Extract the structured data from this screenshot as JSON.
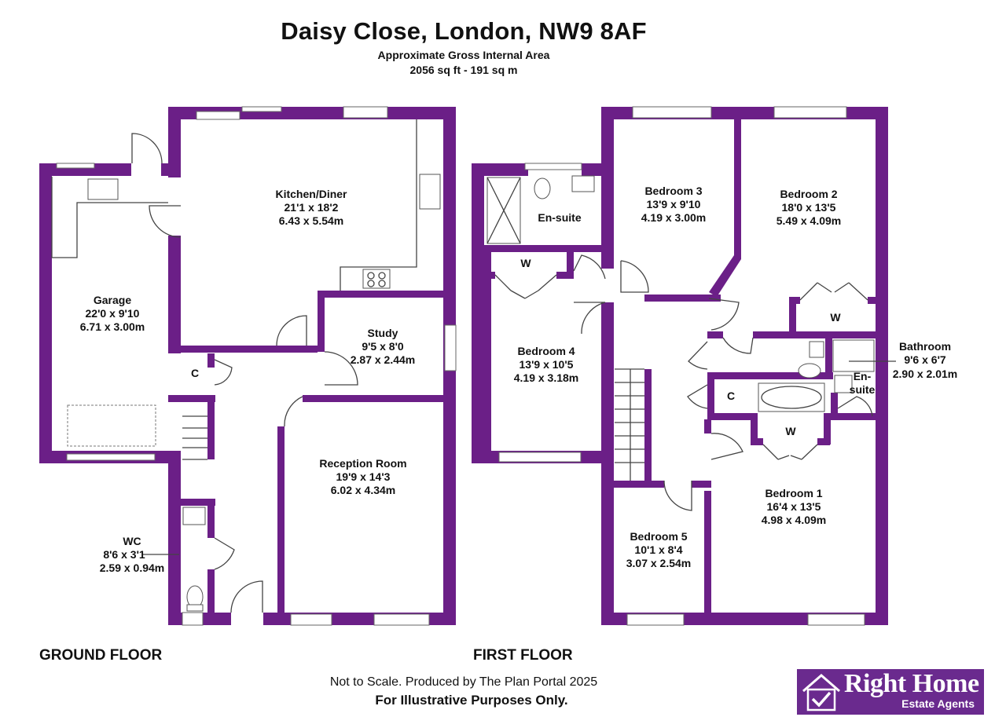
{
  "header": {
    "title": "Daisy Close, London, NW9 8AF",
    "area_label": "Approximate Gross Internal Area",
    "area_value": "2056 sq ft - 191 sq m"
  },
  "colors": {
    "wall": "#6b1f87",
    "line": "#444444",
    "brand": "#6a2a8e"
  },
  "floors": {
    "ground": "GROUND FLOOR",
    "first": "FIRST FLOOR"
  },
  "rooms": {
    "garage": {
      "name": "Garage",
      "imperial": "22'0 x 9'10",
      "metric": "6.71 x 3.00m"
    },
    "kitchen": {
      "name": "Kitchen/Diner",
      "imperial": "21'1 x 18'2",
      "metric": "6.43 x 5.54m"
    },
    "study": {
      "name": "Study",
      "imperial": "9'5 x 8'0",
      "metric": "2.87 x 2.44m"
    },
    "reception": {
      "name": "Reception Room",
      "imperial": "19'9 x 14'3",
      "metric": "6.02 x 4.34m"
    },
    "wc": {
      "name": "WC",
      "imperial": "8'6 x 3'1",
      "metric": "2.59 x 0.94m"
    },
    "ensuite_top": {
      "name": "En-suite"
    },
    "bedroom3": {
      "name": "Bedroom 3",
      "imperial": "13'9 x 9'10",
      "metric": "4.19 x 3.00m"
    },
    "bedroom2": {
      "name": "Bedroom 2",
      "imperial": "18'0 x 13'5",
      "metric": "5.49 x 4.09m"
    },
    "bedroom4": {
      "name": "Bedroom 4",
      "imperial": "13'9 x 10'5",
      "metric": "4.19 x 3.18m"
    },
    "bathroom": {
      "name": "Bathroom",
      "imperial": "9'6 x 6'7",
      "metric": "2.90 x 2.01m"
    },
    "ensuite_side": {
      "line1": "En-",
      "line2": "suite"
    },
    "bedroom1": {
      "name": "Bedroom 1",
      "imperial": "16'4 x 13'5",
      "metric": "4.98 x 4.09m"
    },
    "bedroom5": {
      "name": "Bedroom 5",
      "imperial": "10'1 x 8'4",
      "metric": "3.07 x 2.54m"
    }
  },
  "labels": {
    "cupboard": "C",
    "wardrobe": "W"
  },
  "footer": {
    "note": "Not to Scale. Produced by The Plan Portal 2025",
    "disclaimer": "For Illustrative Purposes Only."
  },
  "logo": {
    "brand": "Right Home",
    "tagline": "Estate Agents"
  }
}
